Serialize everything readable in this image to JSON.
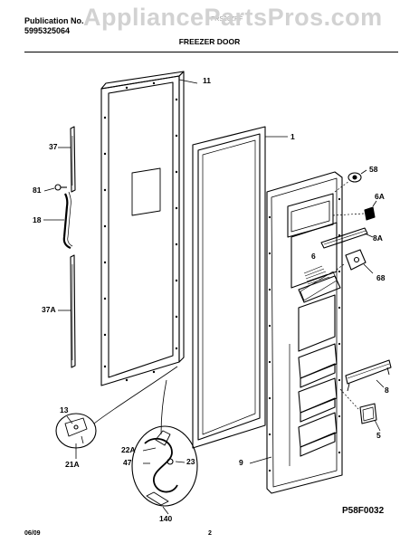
{
  "header": {
    "publication_label": "Publication No.",
    "publication_number": "5995325064",
    "model_fragment": "FRS26ZRF"
  },
  "watermark": "AppliancePartsPros.com",
  "title": "FREEZER DOOR",
  "part_labels": {
    "p11": "11",
    "p1": "1",
    "p37": "37",
    "p81": "81",
    "p18": "18",
    "p37a": "37A",
    "p58": "58",
    "p6a": "6A",
    "p8a": "8A",
    "p6": "6",
    "p68": "68",
    "p8": "8",
    "p5": "5",
    "p9": "9",
    "p13": "13",
    "p21a": "21A",
    "p22a": "22A",
    "p47": "47",
    "p23": "23",
    "p140": "140"
  },
  "footer": {
    "date": "06/09",
    "page": "2",
    "figure_code": "P58F0032"
  }
}
